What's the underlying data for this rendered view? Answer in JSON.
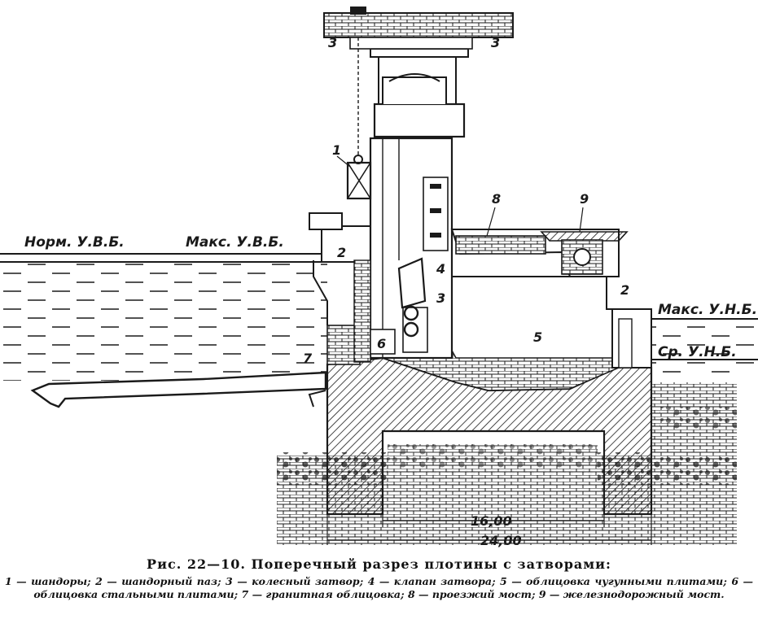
{
  "labels": {
    "upstream_normal": "Норм. У.В.Б.",
    "upstream_max": "Макс. У.В.Б.",
    "downstream_max": "Макс. У.Н.Б.",
    "downstream_avg": "Ср. У.Н.Б.",
    "dim_inner": "16,00",
    "dim_outer": "24,00"
  },
  "callouts": {
    "c1": "1",
    "c2a": "2",
    "c2b": "2",
    "c3a": "3",
    "c3b": "3",
    "c3c": "3",
    "c4": "4",
    "c5": "5",
    "c6": "6",
    "c7": "7",
    "c8": "8",
    "c9": "9"
  },
  "caption": {
    "title": "Рис. 22—10. Поперечный разрез плотины с затворами:",
    "legend": "1 — шандоры; 2 — шандорный паз; 3 — колесный затвор; 4 — клапан затвора; 5 — облицовка чугунными плитами; 6 — облицовка стальными плитами; 7 — гранитная облицовка; 8 — проезжий мост; 9 — железнодорожный мост."
  },
  "colors": {
    "ink": "#1a1a1a",
    "paper": "#ffffff"
  }
}
